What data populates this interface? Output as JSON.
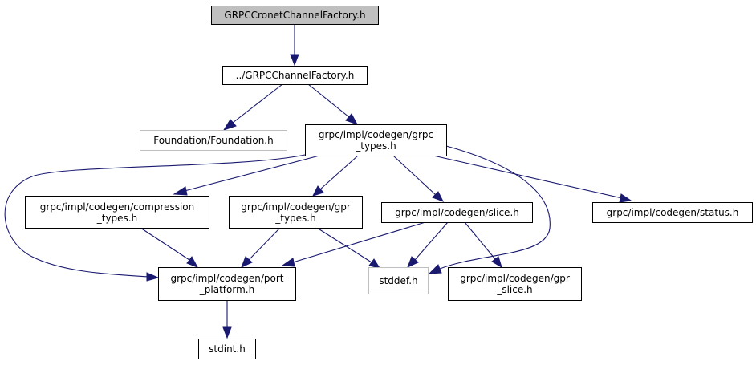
{
  "diagram": {
    "type": "include-dependency-graph",
    "colors": {
      "edge": "#191970",
      "root_fill": "#bfbfbf",
      "external_border": "#bfbfbf",
      "node_border": "#000000"
    },
    "nodes": [
      {
        "id": "cronet",
        "label": "GRPCCronetChannelFactory.h",
        "kind": "root"
      },
      {
        "id": "channel",
        "label": "../GRPCChannelFactory.h",
        "kind": "local"
      },
      {
        "id": "foundation",
        "label": "Foundation/Foundation.h",
        "kind": "external"
      },
      {
        "id": "grpc_types",
        "label": "grpc/impl/codegen/grpc\n_types.h",
        "kind": "local"
      },
      {
        "id": "compression",
        "label": "grpc/impl/codegen/compression\n_types.h",
        "kind": "local"
      },
      {
        "id": "gpr_types",
        "label": "grpc/impl/codegen/gpr\n_types.h",
        "kind": "local"
      },
      {
        "id": "slice",
        "label": "grpc/impl/codegen/slice.h",
        "kind": "local"
      },
      {
        "id": "status",
        "label": "grpc/impl/codegen/status.h",
        "kind": "local"
      },
      {
        "id": "port_platform",
        "label": "grpc/impl/codegen/port\n_platform.h",
        "kind": "local"
      },
      {
        "id": "stddef",
        "label": "stddef.h",
        "kind": "external"
      },
      {
        "id": "gpr_slice",
        "label": "grpc/impl/codegen/gpr\n_slice.h",
        "kind": "local"
      },
      {
        "id": "stdint",
        "label": "stdint.h",
        "kind": "local"
      }
    ],
    "edges": [
      {
        "from": "cronet",
        "to": "channel"
      },
      {
        "from": "channel",
        "to": "foundation"
      },
      {
        "from": "channel",
        "to": "grpc_types"
      },
      {
        "from": "grpc_types",
        "to": "compression"
      },
      {
        "from": "grpc_types",
        "to": "gpr_types"
      },
      {
        "from": "grpc_types",
        "to": "slice"
      },
      {
        "from": "grpc_types",
        "to": "status"
      },
      {
        "from": "grpc_types",
        "to": "port_platform"
      },
      {
        "from": "grpc_types",
        "to": "stddef"
      },
      {
        "from": "compression",
        "to": "port_platform"
      },
      {
        "from": "gpr_types",
        "to": "port_platform"
      },
      {
        "from": "gpr_types",
        "to": "stddef"
      },
      {
        "from": "slice",
        "to": "port_platform"
      },
      {
        "from": "slice",
        "to": "stddef"
      },
      {
        "from": "slice",
        "to": "gpr_slice"
      },
      {
        "from": "port_platform",
        "to": "stdint"
      }
    ]
  }
}
